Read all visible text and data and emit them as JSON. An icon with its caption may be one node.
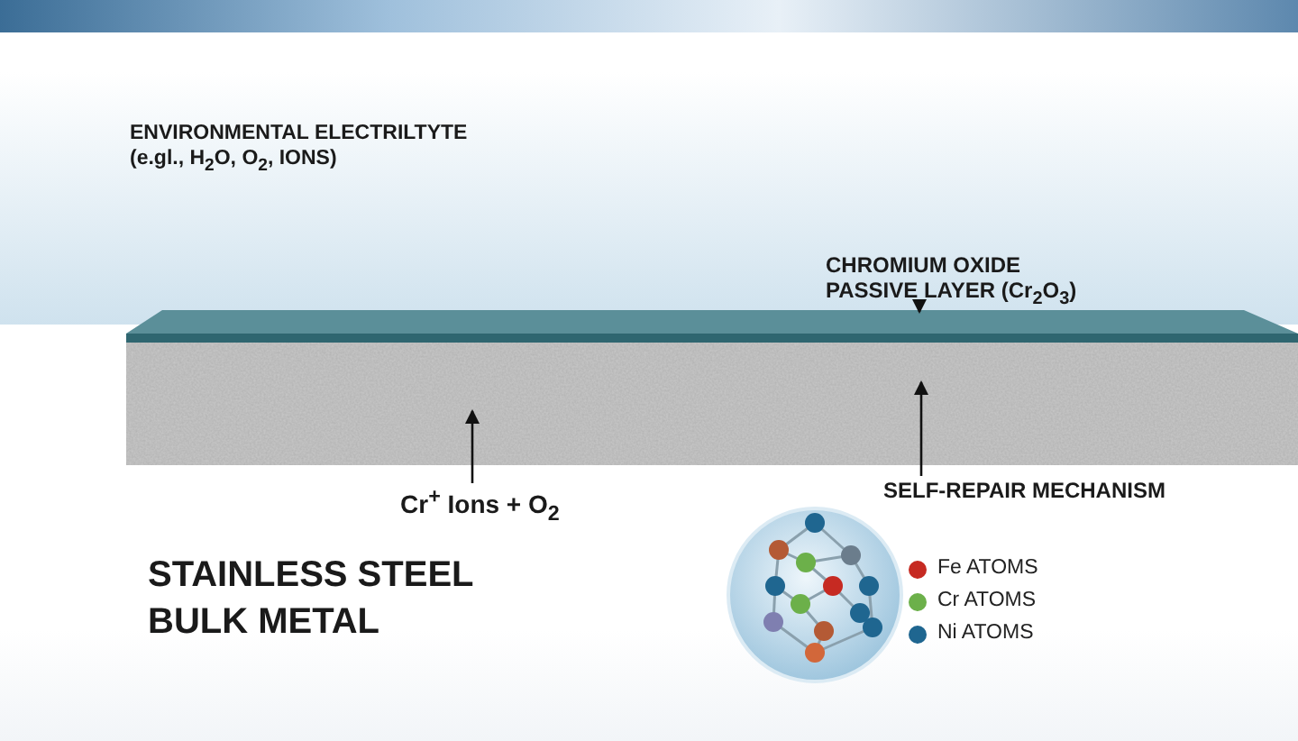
{
  "diagram": {
    "nodes": [
      {
        "text": [
          "ENVIRONMENTAL ELECTRILTYTE",
          "(e.gl., H$_{2}$O, O$_{2}$, IONS)"
        ]
      },
      {
        "text": [
          "CHROMIUM OXIDE PASSIVE LAYER (Cr$_{2}$O$_{3}$)"
        ],
        "in": 0
      },
      {
        "text": [],
        "shape": "bar"
      },
      {
        "text": [],
        "shape": "bar"
      },
      {
        "text": [
          "Cr$^{+}$ Ions + O$_{2}$"
        ]
      },
      {
        "text": [
          "SELF-REPAIR MECHANISM"
        ]
      }
    ],
    "edges": [
      {
        "from": 1,
        "to": 2,
        "arrow": "to"
      },
      {
        "from": 4,
        "to": 3,
        "arrow": "to"
      },
      {
        "from": 5,
        "to": 3,
        "arrow": "to"
      }
    ],
    "labels": [
      "STAINLESS STEEL BULK METAL"
    ],
    "legend": [
      {
        "text": "Fe ATOMS",
        "color": "#c62a22"
      },
      {
        "text": "Cr ATOMS",
        "color": "#6cb04a"
      },
      {
        "text": "Ni ATOMS",
        "color": "#1f6690"
      }
    ]
  }
}
